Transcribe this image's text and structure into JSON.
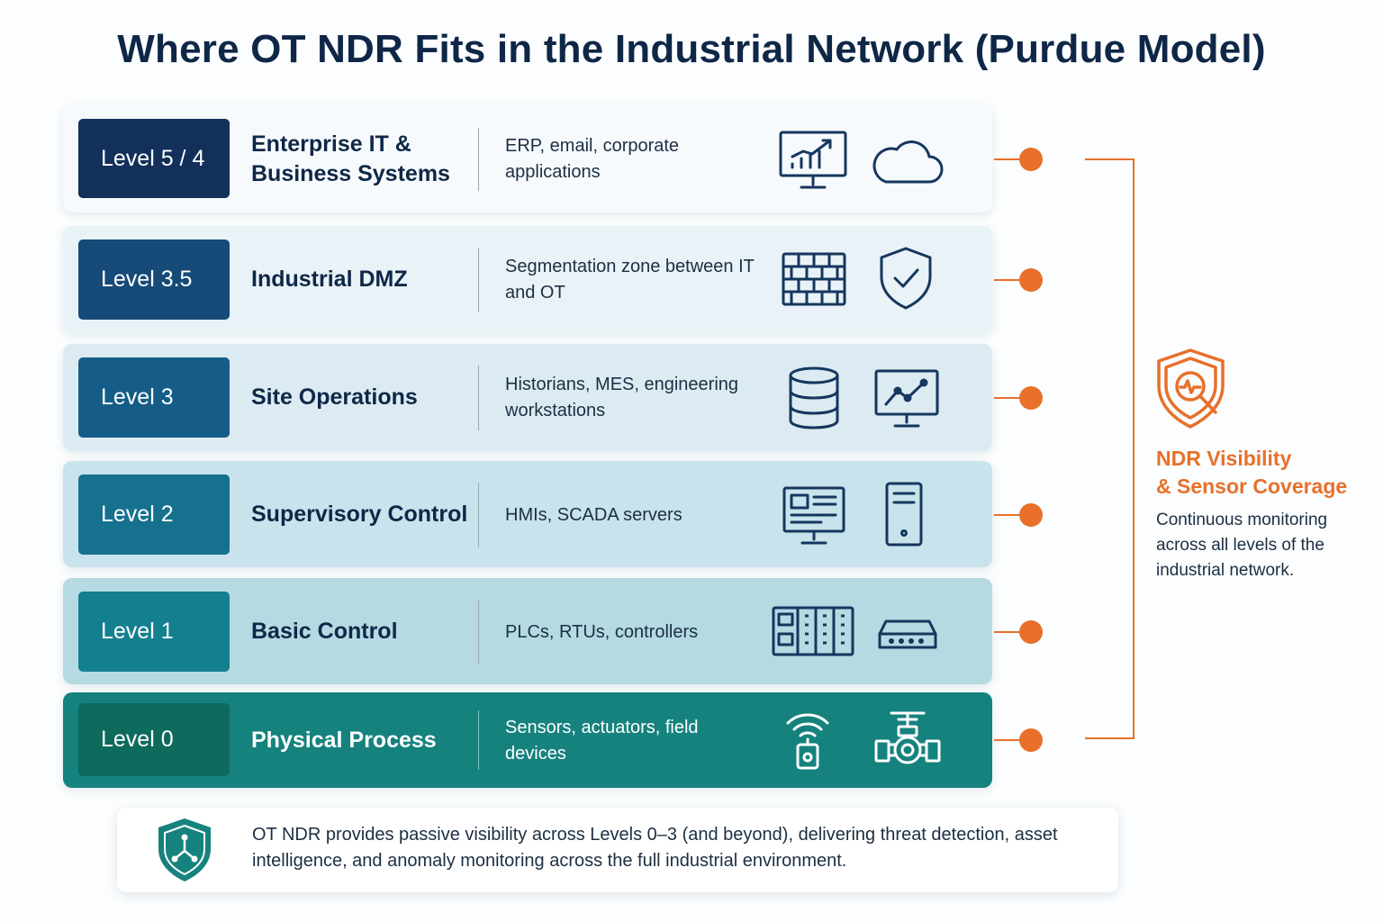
{
  "title": "Where OT NDR Fits in the Industrial Network (Purdue Model)",
  "levels": [
    {
      "badge": "Level 5 / 4",
      "name": "Enterprise IT & Business Systems",
      "desc": "ERP, email, corporate applications",
      "icons": [
        "dashboard-monitor-icon",
        "cloud-icon"
      ]
    },
    {
      "badge": "Level 3.5",
      "name": "Industrial DMZ",
      "desc": "Segmentation zone between IT and OT",
      "icons": [
        "firewall-icon",
        "shield-check-icon"
      ]
    },
    {
      "badge": "Level 3",
      "name": "Site Operations",
      "desc": "Historians, MES, engineering workstations",
      "icons": [
        "database-icon",
        "workstation-chart-icon"
      ]
    },
    {
      "badge": "Level 2",
      "name": "Supervisory Control",
      "desc": "HMIs, SCADA servers",
      "icons": [
        "hmi-screen-icon",
        "server-tower-icon"
      ]
    },
    {
      "badge": "Level 1",
      "name": "Basic Control",
      "desc": "PLCs, RTUs, controllers",
      "icons": [
        "plc-rack-icon",
        "controller-device-icon"
      ]
    },
    {
      "badge": "Level 0",
      "name": "Physical Process",
      "desc": "Sensors, actuators, field devices",
      "icons": [
        "wireless-sensor-icon",
        "valve-actuator-icon"
      ]
    }
  ],
  "side_panel": {
    "title": "NDR Visibility\n& Sensor Coverage",
    "text": "Continuous monitoring across all levels of the industrial network.",
    "icon": "shield-search-icon"
  },
  "footer": {
    "text": "OT NDR provides passive visibility across Levels 0–3 (and beyond), delivering threat detection, asset intelligence, and anomaly monitoring across the full industrial environment.",
    "icon": "shield-network-icon"
  },
  "colors": {
    "accent": "#e8702a",
    "navy": "#0f2747",
    "badges": [
      "#12305a",
      "#164a78",
      "#155d88",
      "#16718f",
      "#14808f",
      "#0d6a5d"
    ],
    "rows": [
      "#f7fafc",
      "#e9f2f7",
      "#dcebf2",
      "#c9e3ec",
      "#b5dae2",
      "#16827e"
    ]
  }
}
